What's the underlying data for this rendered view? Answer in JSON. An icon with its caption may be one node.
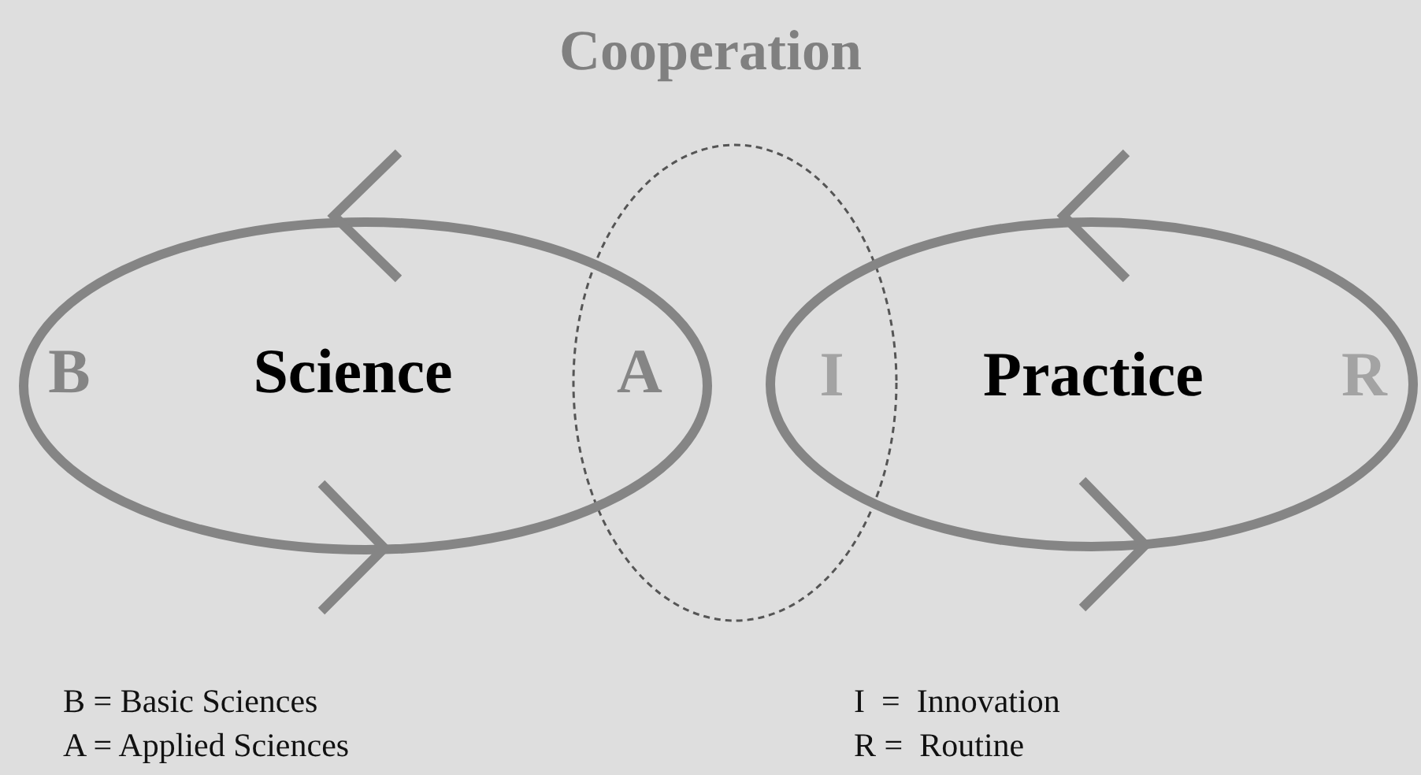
{
  "diagram": {
    "title": "Cooperation",
    "nodes": [
      {
        "text": [
          "B",
          "Science"
        ]
      },
      {
        "text": [
          "Practice",
          "R"
        ]
      },
      {
        "text": [
          "A",
          "I"
        ]
      }
    ],
    "edges": [],
    "labels": [
      "B = Basic Sciences",
      "A = Applied Sciences",
      "I  =  Innovation",
      "R =  Routine"
    ]
  }
}
